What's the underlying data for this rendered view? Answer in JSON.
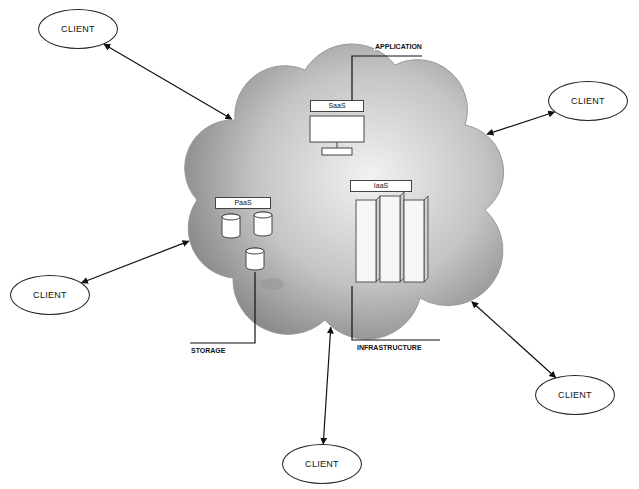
{
  "diagram": {
    "nodes": [
      {
        "text": []
      },
      {
        "text": [
          "SaaS"
        ],
        "in": 0
      },
      {
        "text": [
          "PaaS"
        ],
        "in": 0
      },
      {
        "text": [
          "IaaS"
        ],
        "in": 0
      },
      {
        "text": [
          "CLIENT"
        ]
      },
      {
        "text": [
          "CLIENT"
        ]
      },
      {
        "text": [
          "CLIENT"
        ]
      },
      {
        "text": [
          "CLIENT"
        ]
      },
      {
        "text": [
          "CLIENT"
        ]
      }
    ],
    "edges": [
      {
        "from": 4,
        "to": 0,
        "arrow": "both"
      },
      {
        "from": 5,
        "to": 0,
        "arrow": "both"
      },
      {
        "from": 6,
        "to": 0,
        "arrow": "both"
      },
      {
        "from": 7,
        "to": 0,
        "arrow": "both"
      },
      {
        "from": 8,
        "to": 0,
        "arrow": "both"
      }
    ],
    "labels": [
      "APPLICATION",
      "STORAGE",
      "INFRASTRUCTURE"
    ]
  }
}
